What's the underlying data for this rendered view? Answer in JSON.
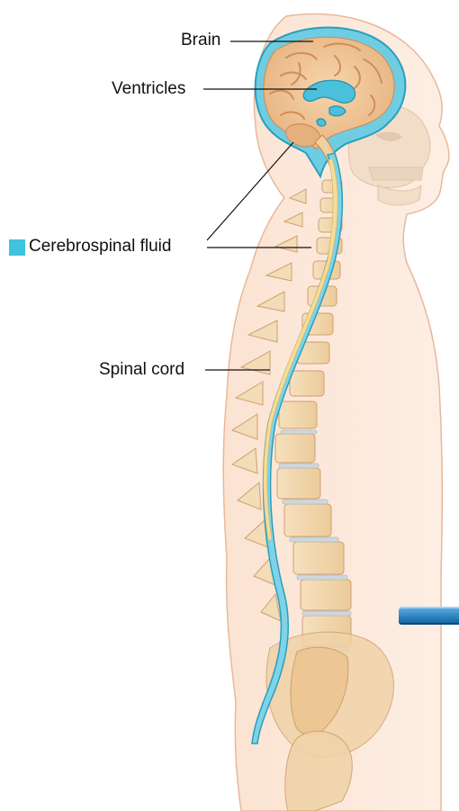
{
  "labels": {
    "brain": "Brain",
    "ventricles": "Ventricles",
    "cerebrospinal_fluid": "Cerebrospinal fluid",
    "spinal_cord": "Spinal cord"
  },
  "legend": {
    "swatch_color": "#3fc3e0",
    "swatch_meaning": "Cerebrospinal fluid"
  },
  "colors": {
    "skin_fill": "#fbe6d8",
    "skin_outline": "#e8b89c",
    "bone_fill": "#f3d7ad",
    "bone_outline": "#cf9f70",
    "disc_fill": "#cfd7dd",
    "brain_fill": "#f2c89a",
    "brain_gyri": "#d99c66",
    "csf_fill": "#5cc8de",
    "csf_outline": "#2a9fbd",
    "cord_fill": "#f4dd9c",
    "leader_line": "#111111",
    "nav_tab_top": "#5fb0e8",
    "nav_tab_bottom": "#0d5f9e"
  },
  "icons": {
    "nav_tab": "arrow-tab-icon"
  }
}
